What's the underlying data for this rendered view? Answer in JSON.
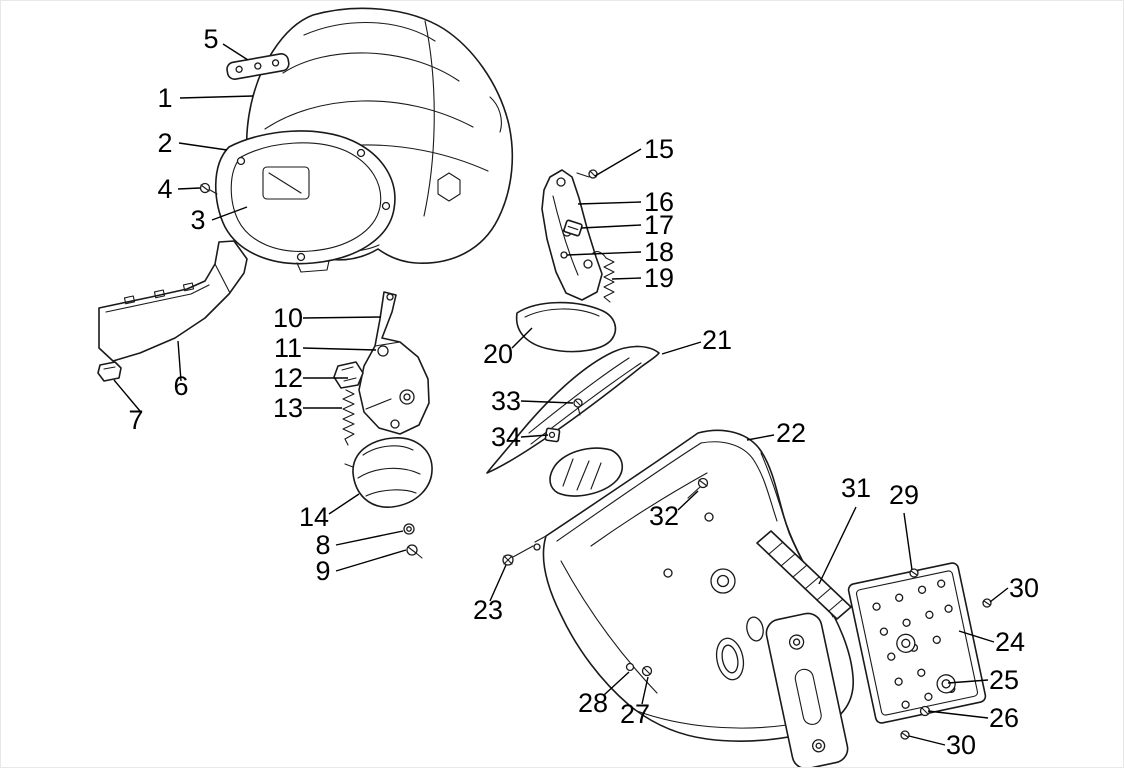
{
  "diagram": {
    "diagram_type": "exploded-parts-diagram",
    "colors": {
      "background": "#ffffff",
      "line": "#1a1a1a",
      "label_text": "#000000"
    },
    "callouts": [
      {
        "id": "c1",
        "label": "1"
      },
      {
        "id": "c2",
        "label": "2"
      },
      {
        "id": "c3",
        "label": "3"
      },
      {
        "id": "c4",
        "label": "4"
      },
      {
        "id": "c5",
        "label": "5"
      },
      {
        "id": "c6",
        "label": "6"
      },
      {
        "id": "c7",
        "label": "7"
      },
      {
        "id": "c8",
        "label": "8"
      },
      {
        "id": "c9",
        "label": "9"
      },
      {
        "id": "c10",
        "label": "10"
      },
      {
        "id": "c11",
        "label": "11"
      },
      {
        "id": "c12",
        "label": "12"
      },
      {
        "id": "c13",
        "label": "13"
      },
      {
        "id": "c14",
        "label": "14"
      },
      {
        "id": "c15",
        "label": "15"
      },
      {
        "id": "c16",
        "label": "16"
      },
      {
        "id": "c17",
        "label": "17"
      },
      {
        "id": "c18",
        "label": "18"
      },
      {
        "id": "c19",
        "label": "19"
      },
      {
        "id": "c20",
        "label": "20"
      },
      {
        "id": "c21",
        "label": "21"
      },
      {
        "id": "c22",
        "label": "22"
      },
      {
        "id": "c23",
        "label": "23"
      },
      {
        "id": "c24",
        "label": "24"
      },
      {
        "id": "c25",
        "label": "25"
      },
      {
        "id": "c26",
        "label": "26"
      },
      {
        "id": "c27",
        "label": "27"
      },
      {
        "id": "c28",
        "label": "28"
      },
      {
        "id": "c29",
        "label": "29"
      },
      {
        "id": "c30a",
        "label": "30"
      },
      {
        "id": "c30b",
        "label": "30"
      },
      {
        "id": "c31",
        "label": "31"
      },
      {
        "id": "c32",
        "label": "32"
      },
      {
        "id": "c33",
        "label": "33"
      },
      {
        "id": "c34",
        "label": "34"
      }
    ]
  }
}
